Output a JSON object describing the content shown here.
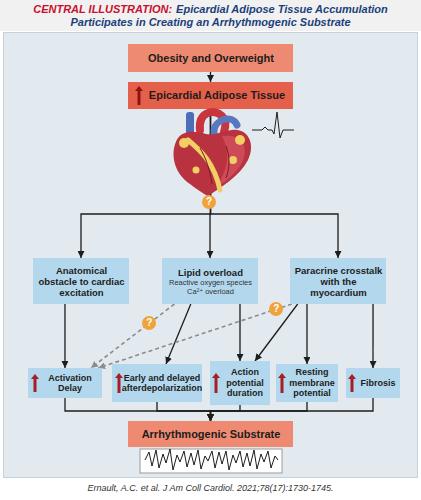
{
  "diagram": {
    "title": "Epicardial Adipose Tissue Accumulation Participates in Creating an Arrhythmogenic Substrate",
    "caption": "Ernault, A.C. et al. J Am Coll Cardiol. 2021;78(17):1730-1745.",
    "nodes": [
      {
        "text": [
          "Obesity and Overweight"
        ]
      },
      {
        "text": [
          "Epicardial Adipose Tissue"
        ]
      },
      {
        "text": [
          "Anatomical obstacle to cardiac excitation"
        ]
      },
      {
        "text": [
          "Lipid overload",
          "Reactive oxygen species Ca²⁺ overload"
        ]
      },
      {
        "text": [
          "Paracrine crosstalk with the myocardium"
        ]
      },
      {
        "text": [
          "Activation Delay"
        ]
      },
      {
        "text": [
          "Early and delayed afterdepolarization"
        ]
      },
      {
        "text": [
          "Action potential duration"
        ]
      },
      {
        "text": [
          "Resting membrane potential"
        ]
      },
      {
        "text": [
          "Fibrosis"
        ]
      },
      {
        "text": [
          "Arrhythmogenic Substrate"
        ]
      }
    ],
    "edges": [
      {
        "from": 0,
        "to": 1,
        "arrow": "to"
      },
      {
        "from": 1,
        "to": 2,
        "arrow": "to"
      },
      {
        "from": 1,
        "to": 3,
        "arrow": "to"
      },
      {
        "from": 1,
        "to": 4,
        "arrow": "to"
      },
      {
        "from": 2,
        "to": 5,
        "arrow": "to"
      },
      {
        "from": 3,
        "to": 5,
        "label": "?",
        "arrow": "to"
      },
      {
        "from": 3,
        "to": 6,
        "arrow": "to"
      },
      {
        "from": 3,
        "to": 7,
        "arrow": "to"
      },
      {
        "from": 4,
        "to": 5,
        "label": "?",
        "arrow": "to"
      },
      {
        "from": 4,
        "to": 7,
        "arrow": "to"
      },
      {
        "from": 4,
        "to": 8,
        "arrow": "to"
      },
      {
        "from": 4,
        "to": 9,
        "arrow": "to"
      },
      {
        "from": 5,
        "to": 10,
        "arrow": "to"
      },
      {
        "from": 6,
        "to": 10,
        "arrow": "to"
      },
      {
        "from": 7,
        "to": 10,
        "arrow": "to"
      },
      {
        "from": 8,
        "to": 10,
        "arrow": "to"
      },
      {
        "from": 9,
        "to": 10,
        "arrow": "to"
      }
    ],
    "labels": [
      "CENTRAL ILLUSTRATION:",
      "?"
    ]
  }
}
